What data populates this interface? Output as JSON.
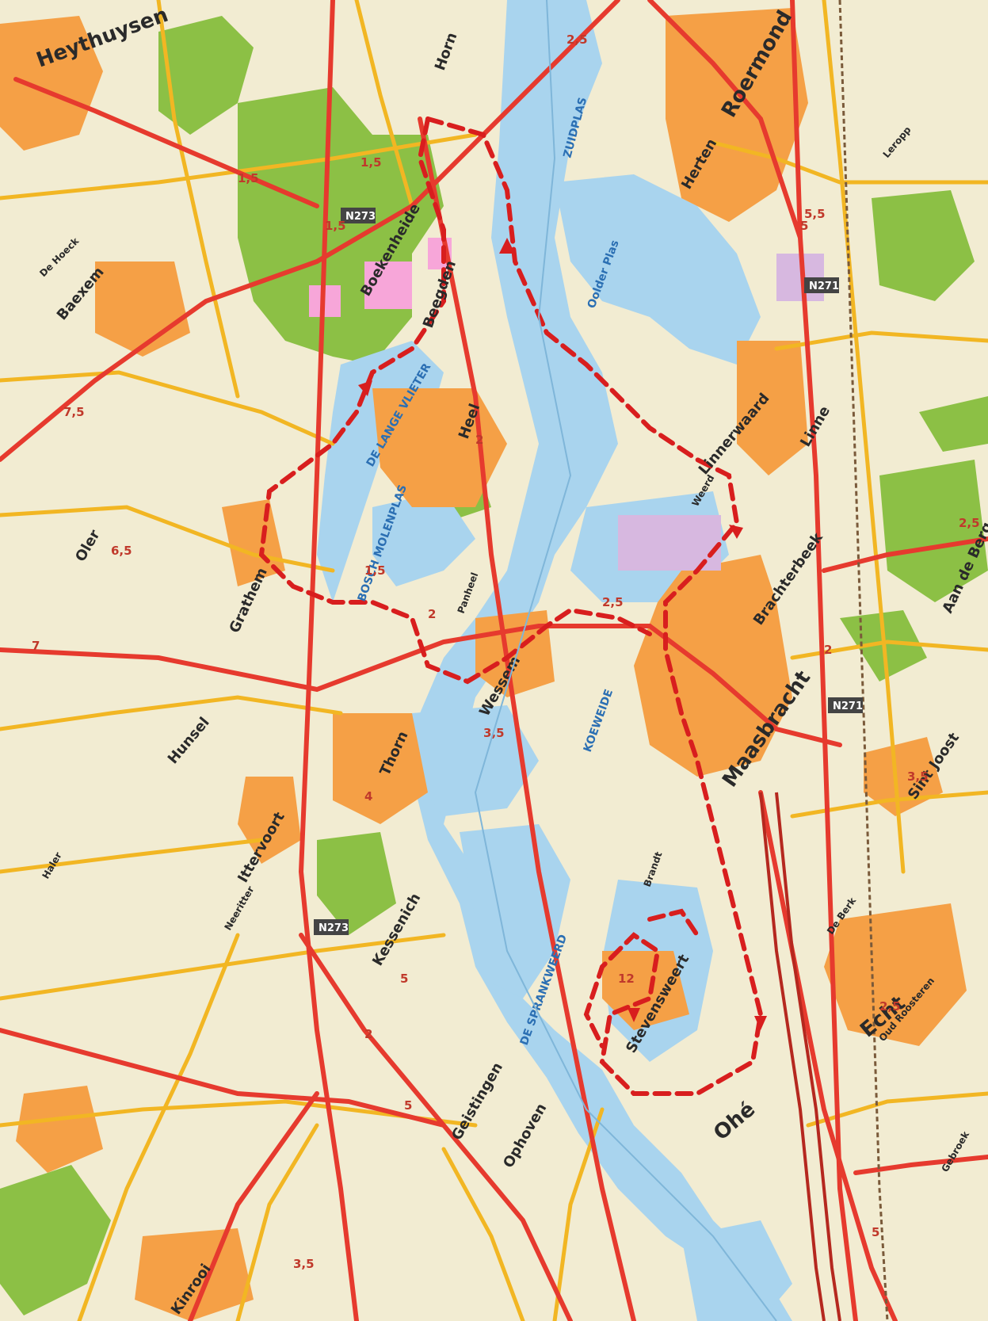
{
  "places": [
    {
      "name": "Heythuysen",
      "id": "heythuysen"
    },
    {
      "name": "Horn",
      "id": "horn"
    },
    {
      "name": "Roermond",
      "id": "roermond"
    },
    {
      "name": "Herten",
      "id": "herten"
    },
    {
      "name": "Leropp",
      "id": "leropp"
    },
    {
      "name": "Baexem",
      "id": "baexem"
    },
    {
      "name": "De Hoeck",
      "id": "dehoeck"
    },
    {
      "name": "Beegden",
      "id": "beegden"
    },
    {
      "name": "Boekenheide",
      "id": "boekenheide"
    },
    {
      "name": "Heel",
      "id": "heel"
    },
    {
      "name": "Linne",
      "id": "linne"
    },
    {
      "name": "Linnerwaard",
      "id": "linnerwaard"
    },
    {
      "name": "Weerd",
      "id": "weerd"
    },
    {
      "name": "Oler",
      "id": "oler"
    },
    {
      "name": "Grathem",
      "id": "grathem"
    },
    {
      "name": "Panheel",
      "id": "panheel"
    },
    {
      "name": "Wessem",
      "id": "wessem"
    },
    {
      "name": "Brachterbeek",
      "id": "brachterbeek"
    },
    {
      "name": "Maasbracht",
      "id": "maasbracht"
    },
    {
      "name": "Aan de Berg",
      "id": "aandeberg"
    },
    {
      "name": "Hunsel",
      "id": "hunsel"
    },
    {
      "name": "Thorn",
      "id": "thorn"
    },
    {
      "name": "Ittervoort",
      "id": "ittervoort"
    },
    {
      "name": "Neeritter",
      "id": "neeritter"
    },
    {
      "name": "Haler",
      "id": "haler"
    },
    {
      "name": "Kessenich",
      "id": "kessenich"
    },
    {
      "name": "Stevensweert",
      "id": "stevensweert"
    },
    {
      "name": "Ohé",
      "id": "ohe"
    },
    {
      "name": "Echt",
      "id": "echt"
    },
    {
      "name": "Sint Joost",
      "id": "sintjoost"
    },
    {
      "name": "De Berk",
      "id": "deberk"
    },
    {
      "name": "Gebroek",
      "id": "gebroek"
    },
    {
      "name": "Ophoven",
      "id": "ophoven"
    },
    {
      "name": "Geistingen",
      "id": "geistingen"
    },
    {
      "name": "Kinrooi",
      "id": "kinrooi"
    },
    {
      "name": "Brandt",
      "id": "brandt"
    },
    {
      "name": "Oud Roosteren",
      "id": "oudroosteren"
    }
  ],
  "water": [
    {
      "name": "DE LANGE VLIETER",
      "id": "langevlieter"
    },
    {
      "name": "BOSCH MOLENPLAS",
      "id": "boschmolenplas"
    },
    {
      "name": "DE SPRANKWEERD",
      "id": "sprankweerd"
    },
    {
      "name": "KOEWEIDE",
      "id": "koeweide"
    },
    {
      "name": "Oolder Plas",
      "id": "oolderplas"
    },
    {
      "name": "ZUIDPLAS",
      "id": "zuidplas"
    }
  ],
  "roads": [
    {
      "name": "N273",
      "id": "n273"
    },
    {
      "name": "N271",
      "id": "n271"
    },
    {
      "name": "N271",
      "id": "n271b"
    },
    {
      "name": "N273",
      "id": "n273b"
    }
  ],
  "distances": [
    "2,5",
    "1,5",
    "1,5",
    "7,5",
    "6,5",
    "1,5",
    "2",
    "2",
    "3,5",
    "2,5",
    "4",
    "5",
    "2",
    "7",
    "2,5",
    "3,5",
    "5",
    "2,5",
    "5",
    "2",
    "12",
    "1,5",
    "3,5",
    "5",
    "5,5"
  ],
  "colors": {
    "land": "#f2ecd2",
    "water": "#a9d4ee",
    "forest": "#8cc045",
    "urban": "#f5a046",
    "industrial": "#d7b8e0",
    "road_major": "#e63a2e",
    "road_minor": "#f2b623",
    "route": "#d81e1e"
  }
}
